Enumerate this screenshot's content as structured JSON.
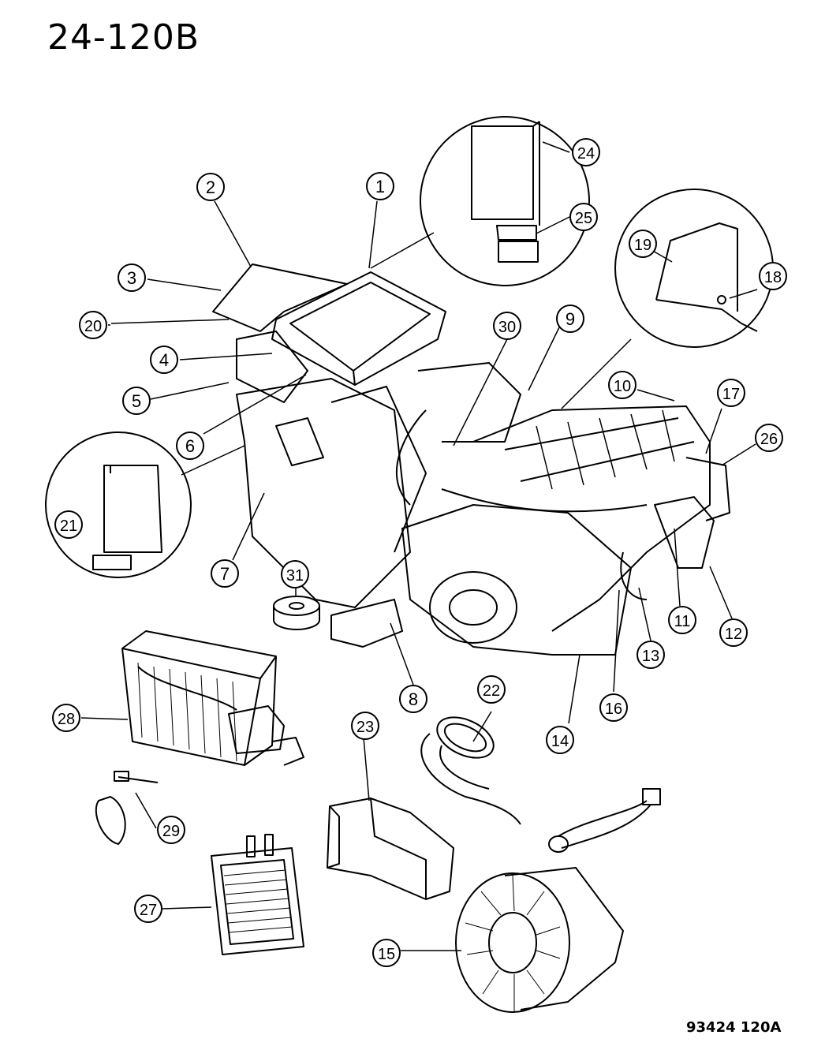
{
  "page_number": "24-120B",
  "drawing_code": "93424 120A",
  "callouts": [
    "1",
    "2",
    "3",
    "4",
    "5",
    "6",
    "7",
    "8",
    "9",
    "10",
    "11",
    "12",
    "13",
    "14",
    "15",
    "16",
    "17",
    "18",
    "19",
    "20",
    "21",
    "22",
    "23",
    "24",
    "25",
    "26",
    "27",
    "28",
    "29",
    "30",
    "31"
  ]
}
